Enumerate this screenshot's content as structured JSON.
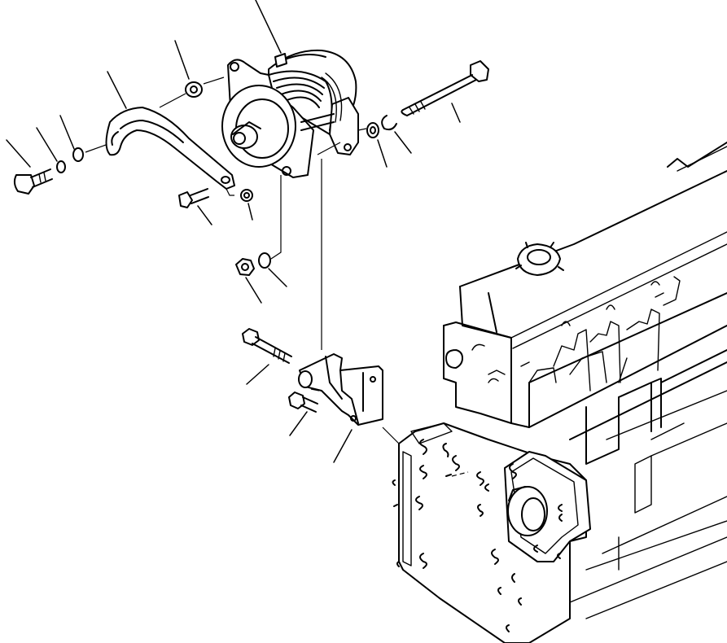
{
  "drawing": {
    "kind": "exploded parts view",
    "line_color": "#000000",
    "background_color": "#ffffff",
    "leader_lines": 18,
    "parts": [
      {
        "id": "alternator",
        "icon": "alternator-icon"
      },
      {
        "id": "adjusting-bracket",
        "icon": "bracket-icon"
      },
      {
        "id": "mounting-bracket",
        "icon": "bracket-icon"
      },
      {
        "id": "long-through-bolt",
        "icon": "bolt-icon"
      },
      {
        "id": "mounting-bolt",
        "icon": "bolt-icon"
      },
      {
        "id": "engine-block",
        "icon": "engine-icon"
      }
    ]
  }
}
